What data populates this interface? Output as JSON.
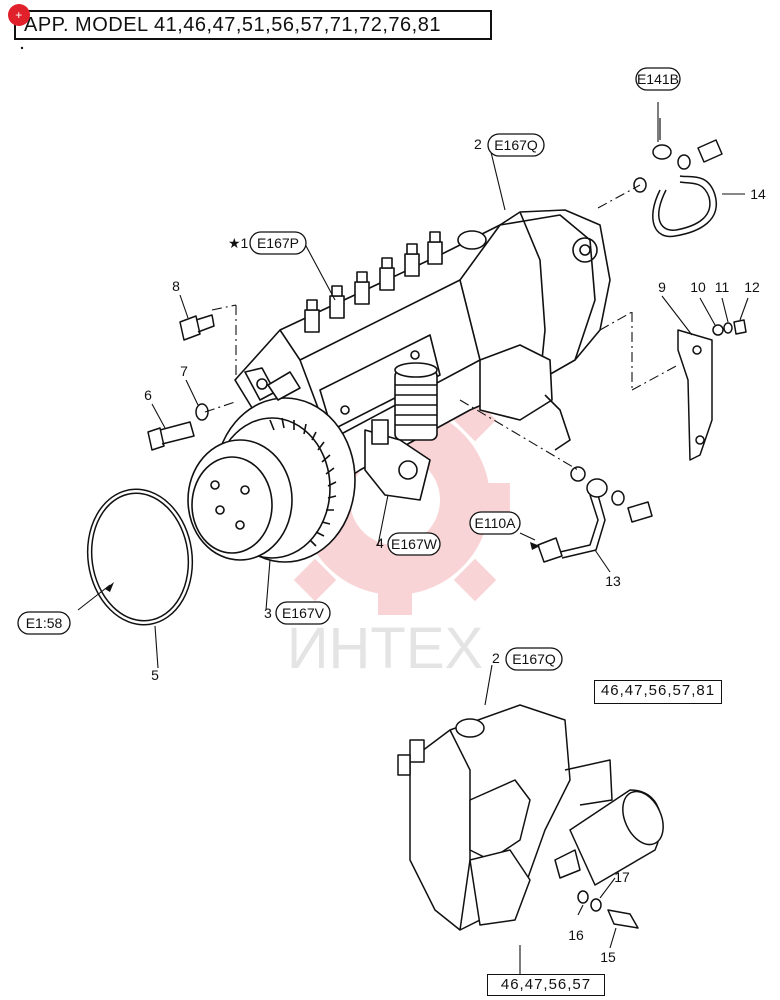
{
  "header": {
    "title": "APP. MODEL  41,46,47,51,56,57,71,72,76,81",
    "badge": "+"
  },
  "references": {
    "r_e141b": "E141B",
    "r_e167q": "E167Q",
    "r_e167q_bottom": "E167Q",
    "r_e167p": "E167P",
    "r_e167w": "E167W",
    "r_e110a": "E110A",
    "r_e167v": "E167V",
    "r_e158": "E1:58"
  },
  "callouts": {
    "c1_prefix": "★1",
    "c2": "2",
    "c2_bottom": "2",
    "c3": "3",
    "c4": "4",
    "c5": "5",
    "c6": "6",
    "c7": "7",
    "c8": "8",
    "c9": "9",
    "c10": "10",
    "c11": "11",
    "c12": "12",
    "c13": "13",
    "c14": "14",
    "c15": "15",
    "c16": "16",
    "c17": "17"
  },
  "variants": {
    "top": "46,47,56,57,81",
    "bottom": "46,47,56,57"
  },
  "watermark": {
    "text": "ИНТЕХ",
    "color": "#e8424a"
  }
}
